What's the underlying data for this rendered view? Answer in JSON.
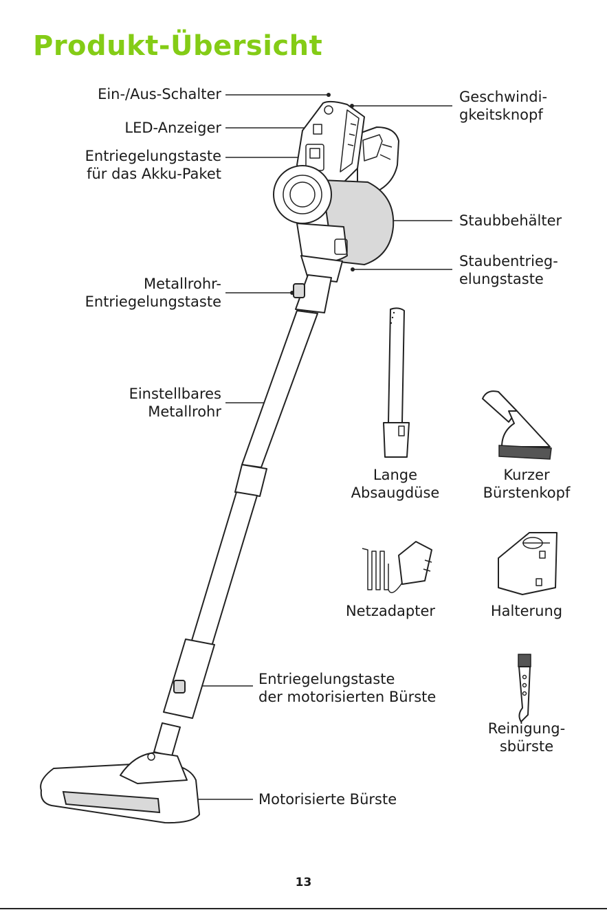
{
  "title": "Produkt-Übersicht",
  "accent_color": "#84cc16",
  "page_number": "13",
  "callouts": {
    "power_switch": [
      "Ein-/Aus-Schalter"
    ],
    "led": [
      "LED-Anzeiger"
    ],
    "battery_release": [
      "Entriegelungstaste",
      "für das Akku-Paket"
    ],
    "tube_release": [
      "Metallrohr-",
      "Entriegelungstaste"
    ],
    "adjustable_tube": [
      "Einstellbares",
      "Metallrohr"
    ],
    "brush_release": [
      "Entriegelungstaste",
      "der motorisierten Bürste"
    ],
    "motor_brush": [
      "Motorisierte Bürste"
    ],
    "speed_button": [
      "Geschwindi-",
      "gkeitsknopf"
    ],
    "dust_bin": [
      "Staubbehälter"
    ],
    "bin_release": [
      "Staubentrieg-",
      "elungstaste"
    ]
  },
  "accessories": {
    "crevice_tool": [
      "Lange",
      "Absaugdüse"
    ],
    "brush_head": [
      "Kurzer",
      "Bürstenkopf"
    ],
    "adapter": [
      "Netzadapter"
    ],
    "holder": [
      "Halterung"
    ],
    "cleaning_brush": [
      "Reinigung-",
      "sbürste"
    ]
  }
}
